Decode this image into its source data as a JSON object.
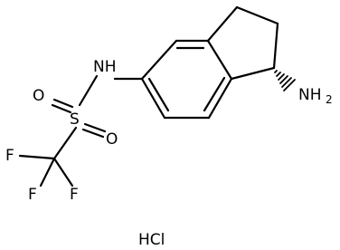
{
  "molecule": {
    "atoms": {
      "nh": "NH",
      "s": "S",
      "o_top": "O",
      "o_bottom": "O",
      "f_left": "F",
      "f_bottom_left": "F",
      "f_bottom_right": "F",
      "amine_n": "NH",
      "amine_sub": "2"
    },
    "salt": "HCl"
  }
}
